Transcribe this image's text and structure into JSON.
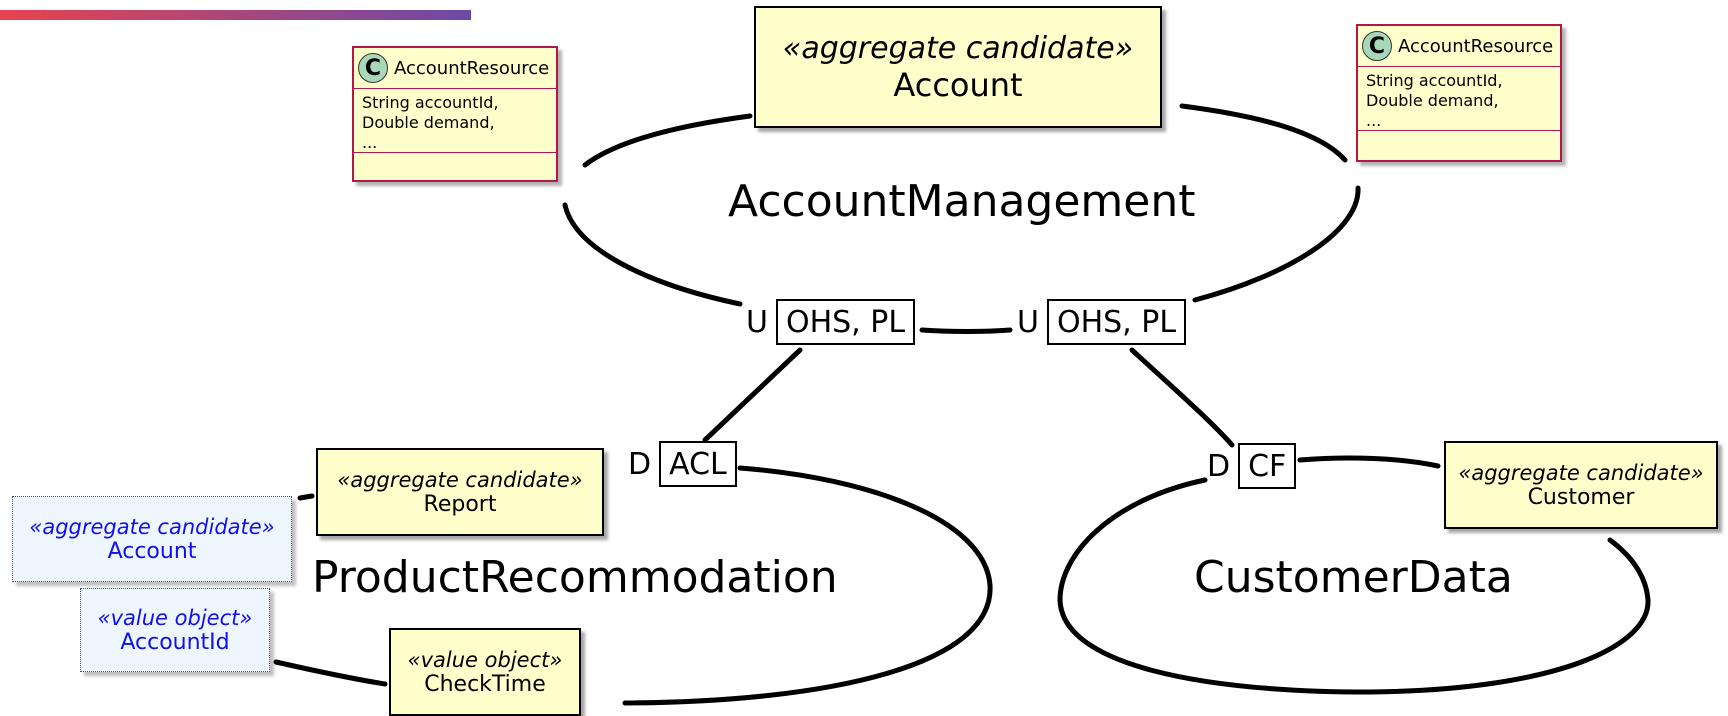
{
  "colors": {
    "header_bar_start": "#e8434e",
    "header_bar_end": "#6b4aa6",
    "aggregate_fill": "#ffffcc",
    "external_fill": "#eef6ff",
    "external_text": "#1010ee",
    "class_border": "#b5164a",
    "class_icon": "#a8d8b9"
  },
  "contexts": {
    "account_management": "AccountManagement",
    "product_recommodation": "ProductRecommodation",
    "customer_data": "CustomerData"
  },
  "aggregates": {
    "account": {
      "stereotype": "«aggregate candidate»",
      "name": "Account"
    },
    "report": {
      "stereotype": "«aggregate candidate»",
      "name": "Report"
    },
    "customer": {
      "stereotype": "«aggregate candidate»",
      "name": "Customer"
    },
    "checktime": {
      "stereotype": "«value object»",
      "name": "CheckTime"
    }
  },
  "external_objects": {
    "account": {
      "stereotype": "«aggregate candidate»",
      "name": "Account"
    },
    "account_id": {
      "stereotype": "«value object»",
      "name": "AccountId"
    }
  },
  "resources": [
    {
      "icon": "C",
      "name": "AccountResource",
      "fields": [
        "String accountId,",
        "Double demand,",
        "..."
      ]
    },
    {
      "icon": "C",
      "name": "AccountResource",
      "fields": [
        "String accountId,",
        "Double demand,",
        "..."
      ]
    }
  ],
  "relations": {
    "upstream_left": {
      "role": "U",
      "pattern": "OHS, PL"
    },
    "upstream_right": {
      "role": "U",
      "pattern": "OHS, PL"
    },
    "downstream_left": {
      "role": "D",
      "pattern": "ACL"
    },
    "downstream_right": {
      "role": "D",
      "pattern": "CF"
    }
  }
}
